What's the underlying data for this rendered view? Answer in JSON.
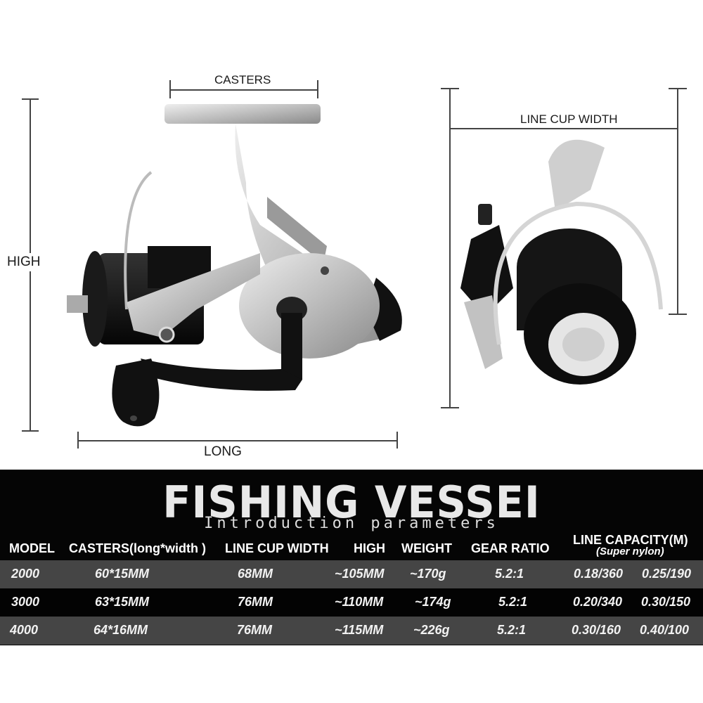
{
  "diagram": {
    "casters_label": "CASTERS",
    "high_label": "HIGH",
    "long_label": "LONG",
    "line_cup_width_label": "LINE CUP WIDTH"
  },
  "banner": {
    "title": "FISHING VESSEI",
    "subtitle": "Introduction parameters"
  },
  "table": {
    "headers": {
      "model": "MODEL",
      "casters": "CASTERS(long*width )",
      "line_cup_width": "LINE CUP WIDTH",
      "high": "HIGH",
      "weight": "WEIGHT",
      "gear_ratio": "GEAR RATIO",
      "line_capacity": "LINE CAPACITY(M)",
      "line_capacity_sub": "(Super nylon)"
    },
    "rows": [
      {
        "model": "2000",
        "casters": "60*15MM",
        "line_cup_width": "68MM",
        "high": "~105MM",
        "weight": "~170g",
        "gear_ratio": "5.2:1",
        "cap1": "0.18/360",
        "cap2": "0.25/190"
      },
      {
        "model": "3000",
        "casters": "63*15MM",
        "line_cup_width": "76MM",
        "high": "~110MM",
        "weight": "~174g",
        "gear_ratio": "5.2:1",
        "cap1": "0.20/340",
        "cap2": "0.30/150"
      },
      {
        "model": "4000",
        "casters": "64*16MM",
        "line_cup_width": "76MM",
        "high": "~115MM",
        "weight": "~226g",
        "gear_ratio": "5.2:1",
        "cap1": "0.30/160",
        "cap2": "0.40/100"
      }
    ]
  },
  "colors": {
    "panel_bg": "#050505",
    "row_gray": "#454545",
    "row_black": "#030303",
    "reel_silver": "#c9c9c9",
    "reel_black": "#111111"
  }
}
